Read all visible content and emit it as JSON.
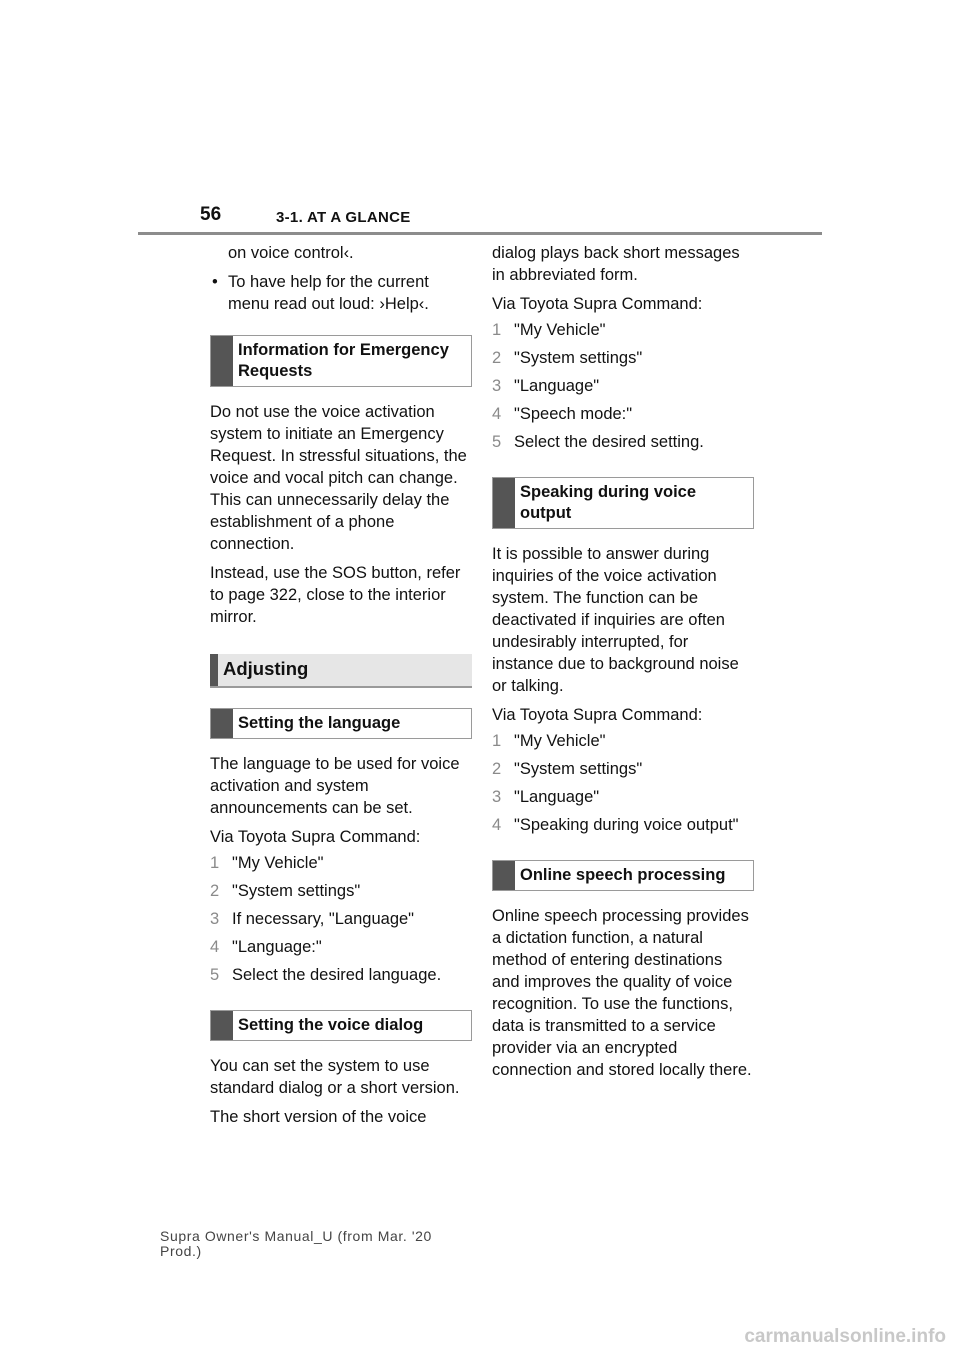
{
  "header": {
    "page_number": "56",
    "section": "3-1. AT A GLANCE"
  },
  "left": {
    "cont_line": "on voice control‹.",
    "bullet_text": "To have help for the current menu read out loud: ›Help‹.",
    "box_emergency": "Information for Emergency Requests",
    "para1": "Do not use the voice activation system to initiate an Emergency Request. In stressful situations, the voice and vocal pitch can change. This can unnecessarily delay the establishment of a phone connection.",
    "para2": "Instead, use the SOS button, refer to page 322, close to the interior mirror.",
    "heading_adjusting": "Adjusting",
    "box_language": "Setting the language",
    "para3": "The language to be used for voice activation and system announcements can be set.",
    "via1": "Via Toyota Supra Command:",
    "steps1": [
      {
        "n": "1",
        "t": "\"My Vehicle\""
      },
      {
        "n": "2",
        "t": "\"System settings\""
      },
      {
        "n": "3",
        "t": "If necessary, \"Language\""
      },
      {
        "n": "4",
        "t": "\"Language:\""
      },
      {
        "n": "5",
        "t": "Select the desired language."
      }
    ],
    "box_dialog": "Setting the voice dialog",
    "para4": "You can set the system to use standard dialog or a short version.",
    "para5": "The short version of the voice"
  },
  "right": {
    "cont": "dialog plays back short messages in abbreviated form.",
    "via1": "Via Toyota Supra Command:",
    "steps1": [
      {
        "n": "1",
        "t": "\"My Vehicle\""
      },
      {
        "n": "2",
        "t": "\"System settings\""
      },
      {
        "n": "3",
        "t": "\"Language\""
      },
      {
        "n": "4",
        "t": "\"Speech mode:\""
      },
      {
        "n": "5",
        "t": "Select the desired setting."
      }
    ],
    "box_speaking": "Speaking during voice output",
    "para1": "It is possible to answer during inquiries of the voice activation system. The function can be deactivated if inquiries are often undesirably interrupted, for instance due to background noise or talking.",
    "via2": "Via Toyota Supra Command:",
    "steps2": [
      {
        "n": "1",
        "t": "\"My Vehicle\""
      },
      {
        "n": "2",
        "t": "\"System settings\""
      },
      {
        "n": "3",
        "t": "\"Language\""
      },
      {
        "n": "4",
        "t": "\"Speaking during voice output\""
      }
    ],
    "box_online": "Online speech processing",
    "para2": "Online speech processing provides a dictation function, a natural method of entering destinations and improves the quality of voice recognition. To use the functions, data is transmitted to a service provider via an encrypted connection and stored locally there."
  },
  "footer": {
    "text": "Supra Owner's Manual_U (from Mar. '20 Prod.)"
  },
  "watermark": "carmanualsonline.info"
}
